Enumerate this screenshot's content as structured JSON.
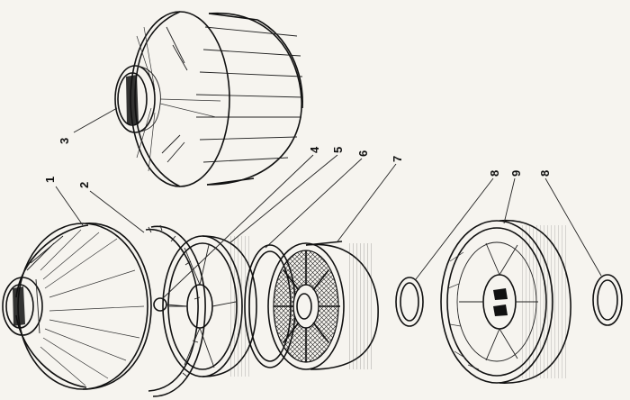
{
  "labels": {
    "l1": "1",
    "l2": "2",
    "l3": "3",
    "l4": "4",
    "l5": "5",
    "l6": "6",
    "l7": "7",
    "l8a": "8",
    "l9": "9",
    "l8b": "8"
  }
}
